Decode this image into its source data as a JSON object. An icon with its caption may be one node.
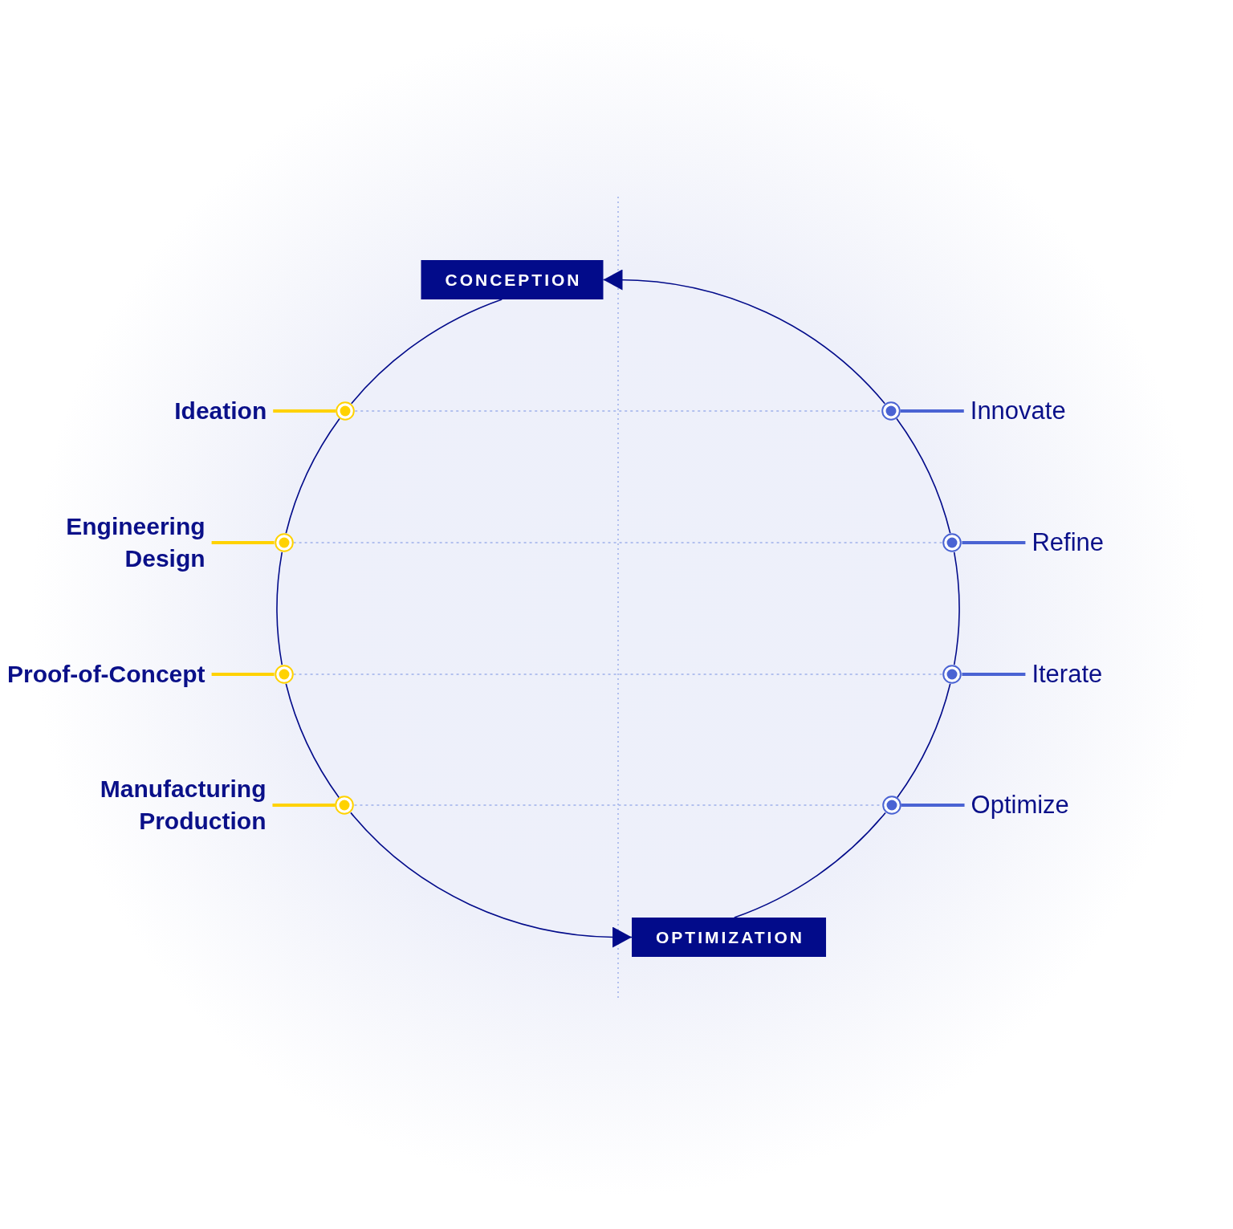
{
  "diagram": {
    "nodes": [
      {
        "text": [
          "CONCEPTION"
        ]
      },
      {
        "text": [
          "Ideation"
        ]
      },
      {
        "text": [],
        "shape": "circle"
      },
      {
        "text": [],
        "shape": "circle"
      },
      {
        "text": [
          "Innovate"
        ]
      },
      {
        "text": [
          "Engineering Design"
        ]
      },
      {
        "text": [],
        "shape": "circle"
      },
      {
        "text": [],
        "shape": "circle"
      },
      {
        "text": [
          "Refine"
        ]
      },
      {
        "text": [
          "Proof-of-Concept"
        ]
      },
      {
        "text": [],
        "shape": "circle"
      },
      {
        "text": [],
        "shape": "circle"
      },
      {
        "text": [
          "Iterate"
        ]
      },
      {
        "text": [
          "Manufacturing Production"
        ]
      },
      {
        "text": [],
        "shape": "circle"
      },
      {
        "text": [],
        "shape": "circle"
      },
      {
        "text": [
          "Optimize"
        ]
      },
      {
        "text": [
          "OPTIMIZATION"
        ]
      }
    ],
    "edges": [
      {
        "from": 0,
        "to": 2,
        "arrow": "none"
      },
      {
        "from": 2,
        "to": 6,
        "arrow": "none"
      },
      {
        "from": 6,
        "to": 10,
        "arrow": "none"
      },
      {
        "from": 10,
        "to": 14,
        "arrow": "none"
      },
      {
        "from": 14,
        "to": 17,
        "arrow": "to"
      },
      {
        "from": 17,
        "to": 15,
        "arrow": "none"
      },
      {
        "from": 15,
        "to": 11,
        "arrow": "none"
      },
      {
        "from": 11,
        "to": 7,
        "arrow": "none"
      },
      {
        "from": 7,
        "to": 3,
        "arrow": "none"
      },
      {
        "from": 3,
        "to": 0,
        "arrow": "to"
      },
      {
        "from": 1,
        "to": 2,
        "arrow": "none",
        "style": "thick",
        "color": "#ffd200"
      },
      {
        "from": 2,
        "to": 3,
        "arrow": "none",
        "style": "dashed",
        "color": "#9fb0ea"
      },
      {
        "from": 4,
        "to": 3,
        "arrow": "none",
        "style": "thick",
        "color": "#4a63d3"
      },
      {
        "from": 5,
        "to": 6,
        "arrow": "none",
        "style": "thick",
        "color": "#ffd200"
      },
      {
        "from": 6,
        "to": 7,
        "arrow": "none",
        "style": "dashed",
        "color": "#9fb0ea"
      },
      {
        "from": 8,
        "to": 7,
        "arrow": "none",
        "style": "thick",
        "color": "#4a63d3"
      },
      {
        "from": 9,
        "to": 10,
        "arrow": "none",
        "style": "thick",
        "color": "#ffd200"
      },
      {
        "from": 10,
        "to": 11,
        "arrow": "none",
        "style": "dashed",
        "color": "#9fb0ea"
      },
      {
        "from": 12,
        "to": 11,
        "arrow": "none",
        "style": "thick",
        "color": "#4a63d3"
      },
      {
        "from": 13,
        "to": 14,
        "arrow": "none",
        "style": "thick",
        "color": "#ffd200"
      },
      {
        "from": 14,
        "to": 15,
        "arrow": "none",
        "style": "dashed",
        "color": "#9fb0ea"
      },
      {
        "from": 16,
        "to": 15,
        "arrow": "none",
        "style": "thick",
        "color": "#4a63d3"
      }
    ]
  }
}
